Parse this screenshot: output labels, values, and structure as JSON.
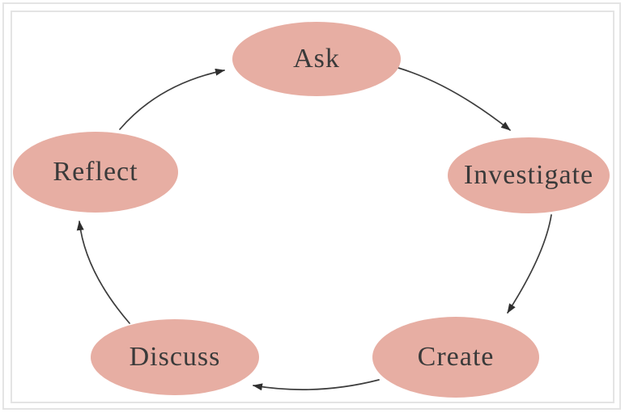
{
  "diagram": {
    "type": "cycle",
    "nodes": [
      {
        "id": "ask",
        "label": "Ask"
      },
      {
        "id": "investigate",
        "label": "Investigate"
      },
      {
        "id": "create",
        "label": "Create"
      },
      {
        "id": "discuss",
        "label": "Discuss"
      },
      {
        "id": "reflect",
        "label": "Reflect"
      }
    ],
    "edges": [
      {
        "from": "Ask",
        "to": "Investigate"
      },
      {
        "from": "Investigate",
        "to": "Create"
      },
      {
        "from": "Create",
        "to": "Discuss"
      },
      {
        "from": "Discuss",
        "to": "Reflect"
      },
      {
        "from": "Reflect",
        "to": "Ask"
      }
    ],
    "colors": {
      "node_fill": "#E7AEA3",
      "arrow": "#3d3d3d",
      "text": "#3a3a3a",
      "frame_border": "#e4e4e4",
      "background": "#ffffff"
    }
  }
}
